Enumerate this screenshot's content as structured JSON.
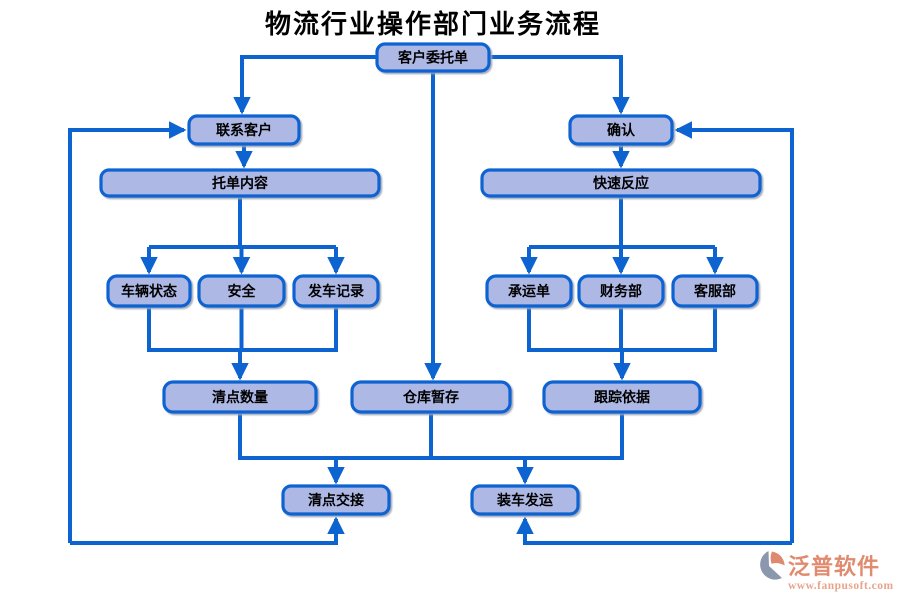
{
  "title": "物流行业操作部门业务流程",
  "colors": {
    "connector_blue": "#0d64d1",
    "node_fill": "#aeb8e5",
    "node_border": "#0d64d1",
    "node_text": "#000000",
    "title_text": "#000000",
    "logo_salmon": "#e08a6f",
    "logo_url_salmon": "#e8a48c",
    "logo_slate": "#8b97ad"
  },
  "nodes": {
    "customer_order": {
      "label": "客户委托单"
    },
    "contact_customer": {
      "label": "联系客户"
    },
    "confirm": {
      "label": "确认"
    },
    "order_content": {
      "label": "托单内容"
    },
    "quick_response": {
      "label": "快速反应"
    },
    "vehicle_status": {
      "label": "车辆状态"
    },
    "safety": {
      "label": "安全"
    },
    "departure_record": {
      "label": "发车记录"
    },
    "carrier_order": {
      "label": "承运单"
    },
    "finance_dept": {
      "label": "财务部"
    },
    "service_dept": {
      "label": "客服部"
    },
    "count_quantity": {
      "label": "清点数量"
    },
    "warehouse_storage": {
      "label": "仓库暂存"
    },
    "tracking_basis": {
      "label": "跟踪依据"
    },
    "count_handover": {
      "label": "清点交接"
    },
    "load_ship": {
      "label": "装车发运"
    }
  },
  "edges": [
    {
      "from": "customer_order",
      "to": "contact_customer"
    },
    {
      "from": "customer_order",
      "to": "confirm"
    },
    {
      "from": "customer_order",
      "to": "warehouse_storage"
    },
    {
      "from": "contact_customer",
      "to": "order_content"
    },
    {
      "from": "confirm",
      "to": "quick_response"
    },
    {
      "from": "order_content",
      "to": "vehicle_status"
    },
    {
      "from": "order_content",
      "to": "safety"
    },
    {
      "from": "order_content",
      "to": "departure_record"
    },
    {
      "from": "quick_response",
      "to": "carrier_order"
    },
    {
      "from": "quick_response",
      "to": "finance_dept"
    },
    {
      "from": "quick_response",
      "to": "service_dept"
    },
    {
      "from": "vehicle_status",
      "to": "count_quantity"
    },
    {
      "from": "safety",
      "to": "count_quantity"
    },
    {
      "from": "departure_record",
      "to": "count_quantity"
    },
    {
      "from": "carrier_order",
      "to": "tracking_basis"
    },
    {
      "from": "finance_dept",
      "to": "tracking_basis"
    },
    {
      "from": "service_dept",
      "to": "tracking_basis"
    },
    {
      "from": "count_quantity",
      "to": "count_handover"
    },
    {
      "from": "warehouse_storage",
      "to": "count_handover"
    },
    {
      "from": "tracking_basis",
      "to": "load_ship"
    },
    {
      "from": "count_handover",
      "to": "contact_customer",
      "style": "feedback-loop-left",
      "arrows": "both"
    },
    {
      "from": "load_ship",
      "to": "confirm",
      "style": "feedback-loop-right",
      "arrows": "both"
    }
  ],
  "watermark": {
    "brand": "泛普软件",
    "url": "www.fanpusoft.com"
  }
}
